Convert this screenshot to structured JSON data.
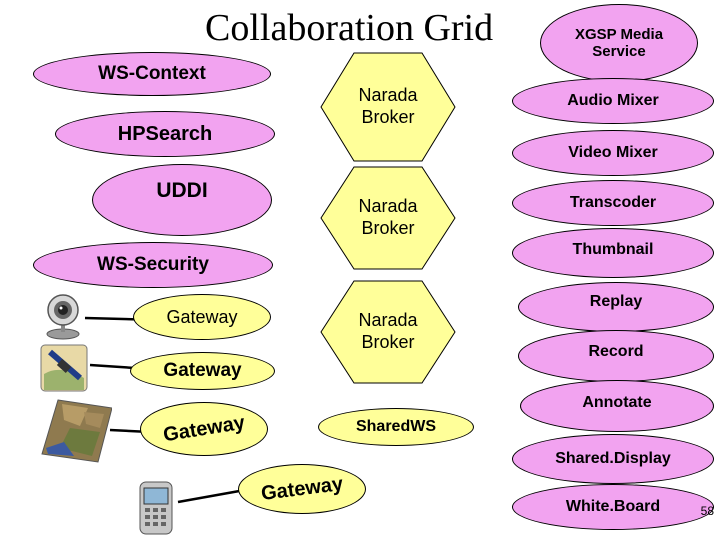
{
  "title": "Collaboration Grid",
  "services": {
    "ws_context": "WS-Context",
    "hpsearch": "HPSearch",
    "uddi": "UDDI",
    "ws_security": "WS-Security"
  },
  "gateways": [
    "Gateway",
    "Gateway",
    "Gateway",
    "Gateway"
  ],
  "brokers": [
    "Narada Broker",
    "Narada Broker",
    "Narada Broker"
  ],
  "shared_ws": "SharedWS",
  "xgsp": "XGSP Media Service",
  "media": [
    "Audio Mixer",
    "Video Mixer",
    "Transcoder",
    "Thumbnail",
    "Replay",
    "Record",
    "Annotate",
    "Shared.Display",
    "White.Board"
  ],
  "page_number": "58",
  "colors": {
    "services": "#f2a3f0",
    "gateways": "#ffff99",
    "brokers": "#ffff99",
    "xgsp": "#f2a3f0",
    "media": "#f2a3f0",
    "shared_ws": "#ffff99"
  },
  "device_icons": [
    "webcam-icon",
    "satellite-icon",
    "map-icon",
    "phone-icon"
  ]
}
